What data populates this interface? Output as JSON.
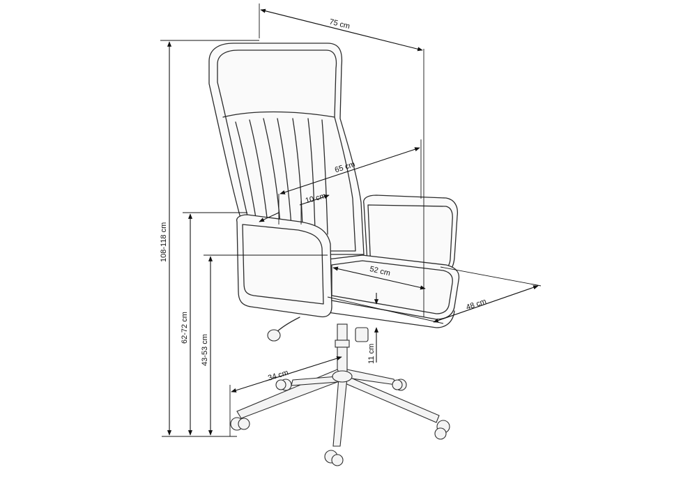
{
  "dimensions": {
    "total_width": "75 cm",
    "seat_back_width": "65 cm",
    "armrest_width": "10 cm",
    "seat_width": "52 cm",
    "seat_depth": "48 cm",
    "total_height": "108-118 cm",
    "armrest_height": "62-72 cm",
    "seat_height": "43-53 cm",
    "seat_thickness": "11 cm",
    "base_radius": "34 cm"
  },
  "colors": {
    "line": "#2a2a2a",
    "dimension": "#111111",
    "background": "#ffffff"
  }
}
